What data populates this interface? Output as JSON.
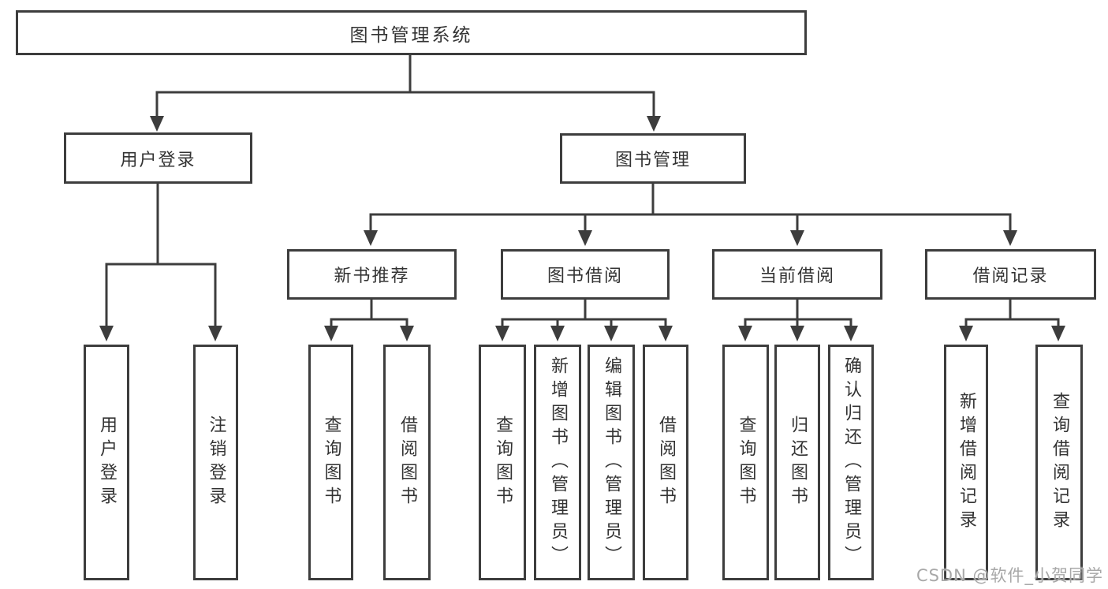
{
  "diagram": {
    "root": "图书管理系统",
    "level2": [
      "用户登录",
      "图书管理"
    ],
    "level3": [
      "新书推荐",
      "图书借阅",
      "当前借阅",
      "借阅记录"
    ],
    "leaves": {
      "user_login": [
        "用户登录",
        "注销登录"
      ],
      "new_book": [
        "查询图书",
        "借阅图书"
      ],
      "book_borrow": [
        "查询图书",
        "新增图书（管理员）",
        "编辑图书（管理员）",
        "借阅图书"
      ],
      "current_borrow": [
        "查询图书",
        "归还图书",
        "确认归还（管理员）"
      ],
      "borrow_record": [
        "新增借阅记录",
        "查询借阅记录"
      ]
    }
  },
  "watermark": {
    "text": "CSDN @软件_小贺同学",
    "color": "#a8a8a8"
  },
  "colors": {
    "line": "#3d3d3d",
    "text": "#333333",
    "background": "#ffffff"
  }
}
